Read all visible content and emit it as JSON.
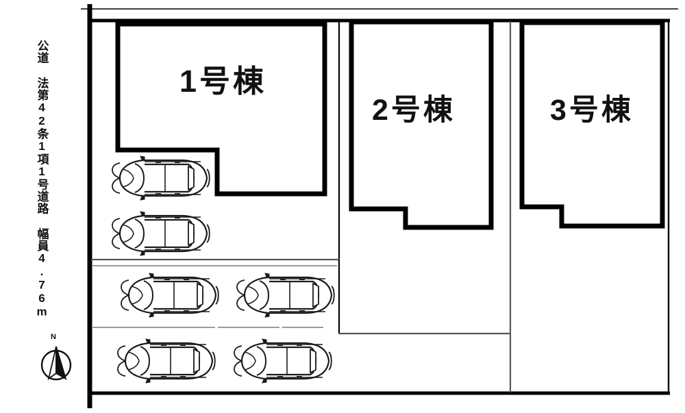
{
  "plan": {
    "type": "site-layout-plan",
    "background_color": "#ffffff",
    "line_color": "#000000",
    "units": "meters"
  },
  "road": {
    "label": "公道 法第42条1項1号道路 幅員4.76m",
    "position": "left",
    "orientation": "vertical",
    "width_m": "4.76m"
  },
  "buildings": [
    {
      "id": "bldg-1",
      "label": "1号棟",
      "lot": "lot-1",
      "shape": "notched-rectangle"
    },
    {
      "id": "bldg-2",
      "label": "2号棟",
      "lot": "lot-2",
      "shape": "notched-rectangle"
    },
    {
      "id": "bldg-3",
      "label": "3号棟",
      "lot": "lot-3",
      "shape": "notched-rectangle"
    }
  ],
  "parking": {
    "total_spaces": 6,
    "spaces": [
      {
        "id": "parking-space-1",
        "row": 1,
        "column": 1
      },
      {
        "id": "parking-space-2",
        "row": 2,
        "column": 1
      },
      {
        "id": "parking-space-3",
        "row": 3,
        "column": 1
      },
      {
        "id": "parking-space-4",
        "row": 3,
        "column": 2
      },
      {
        "id": "parking-space-5",
        "row": 4,
        "column": 1
      },
      {
        "id": "parking-space-6",
        "row": 4,
        "column": 2
      }
    ]
  },
  "compass": {
    "label": "N",
    "icon": "north-arrow-icon"
  },
  "colors": {
    "outline": "#000000",
    "divider": "#666666",
    "fill": "#ffffff",
    "text": "#111111"
  }
}
